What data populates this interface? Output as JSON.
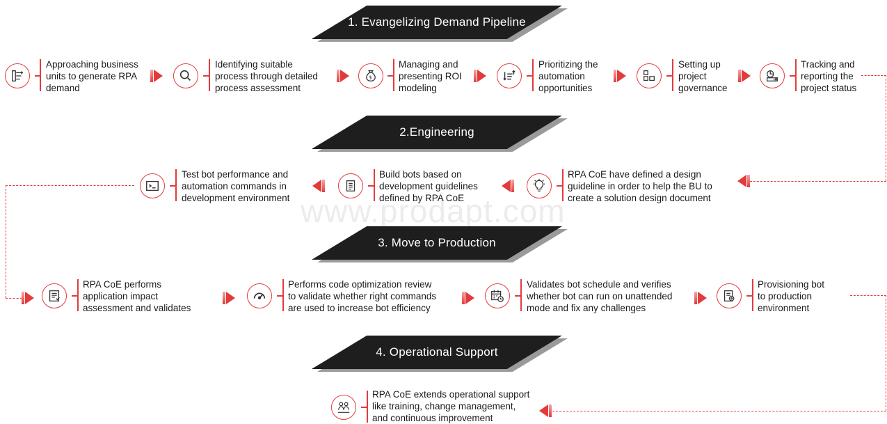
{
  "phases": [
    {
      "title": "1. Evangelizing Demand Pipeline"
    },
    {
      "title": "2.Engineering"
    },
    {
      "title": "3. Move to Production"
    },
    {
      "title": "4. Operational Support"
    }
  ],
  "steps": {
    "s1": {
      "lines": [
        "Approaching business",
        "units to generate RPA",
        "demand"
      ],
      "icon": "pipeline-icon"
    },
    "s2": {
      "lines": [
        "Identifying suitable",
        "process through detailed",
        "process assessment"
      ],
      "icon": "search-icon"
    },
    "s3": {
      "lines": [
        "Managing and",
        "presenting ROI",
        "modeling"
      ],
      "icon": "money-bag-icon"
    },
    "s4": {
      "lines": [
        "Prioritizing the",
        "automation",
        "opportunities"
      ],
      "icon": "sort-list-icon"
    },
    "s5": {
      "lines": [
        "Setting up",
        "project",
        "governance"
      ],
      "icon": "blocks-icon"
    },
    "s6": {
      "lines": [
        "Tracking and",
        "reporting the",
        "project status"
      ],
      "icon": "report-chart-icon"
    },
    "s7": {
      "lines": [
        "RPA CoE have defined a design",
        "guideline in order to help the BU to",
        "create a solution design document"
      ],
      "icon": "lightbulb-icon"
    },
    "s8": {
      "lines": [
        "Build bots based on",
        "development guidelines",
        "defined by RPA CoE"
      ],
      "icon": "document-icon"
    },
    "s9": {
      "lines": [
        "Test bot performance and",
        "automation commands in",
        "development environment"
      ],
      "icon": "terminal-icon"
    },
    "s10": {
      "lines": [
        "RPA CoE performs",
        "application impact",
        "assessment and validates"
      ],
      "icon": "checklist-icon"
    },
    "s11": {
      "lines": [
        "Performs code optimization review",
        "to validate whether right commands",
        "are used to increase bot efficiency"
      ],
      "icon": "gauge-icon"
    },
    "s12": {
      "lines": [
        "Validates bot schedule and verifies",
        "whether bot can run on unattended",
        "mode and fix any challenges"
      ],
      "icon": "calendar-clock-icon"
    },
    "s13": {
      "lines": [
        "Provisioning bot",
        "to production",
        "environment"
      ],
      "icon": "settings-doc-icon"
    },
    "s14": {
      "lines": [
        "RPA CoE extends operational support",
        "like training, change management,",
        "and continuous improvement"
      ],
      "icon": "support-team-icon"
    }
  },
  "watermark": "www.prodapt.com",
  "colors": {
    "accent": "#e23b3b",
    "banner": "#1e1e1e",
    "banner_shadow": "#9a9a9a"
  }
}
